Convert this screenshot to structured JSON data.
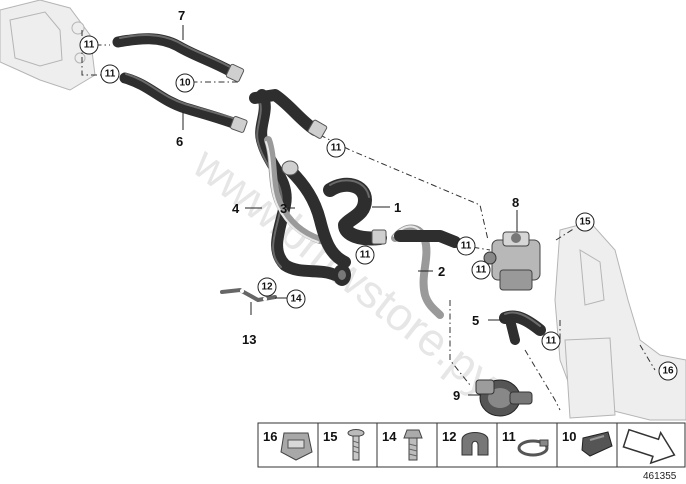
{
  "diagram": {
    "watermark": "www.bmwstore.py",
    "document_number": "461355",
    "part_labels": {
      "p1": "1",
      "p2": "2",
      "p3": "3",
      "p4": "4",
      "p5": "5",
      "p6": "6",
      "p7": "7",
      "p8": "8",
      "p9": "9",
      "p13": "13"
    },
    "callouts": {
      "c11a": "11",
      "c11b": "11",
      "c11c": "11",
      "c11d": "11",
      "c11e": "11",
      "c11f": "11",
      "c11g": "11",
      "c10": "10",
      "c12": "12",
      "c14": "14",
      "c15": "15",
      "c16": "16"
    },
    "legend": [
      "16",
      "15",
      "14",
      "12",
      "11",
      "10"
    ]
  }
}
